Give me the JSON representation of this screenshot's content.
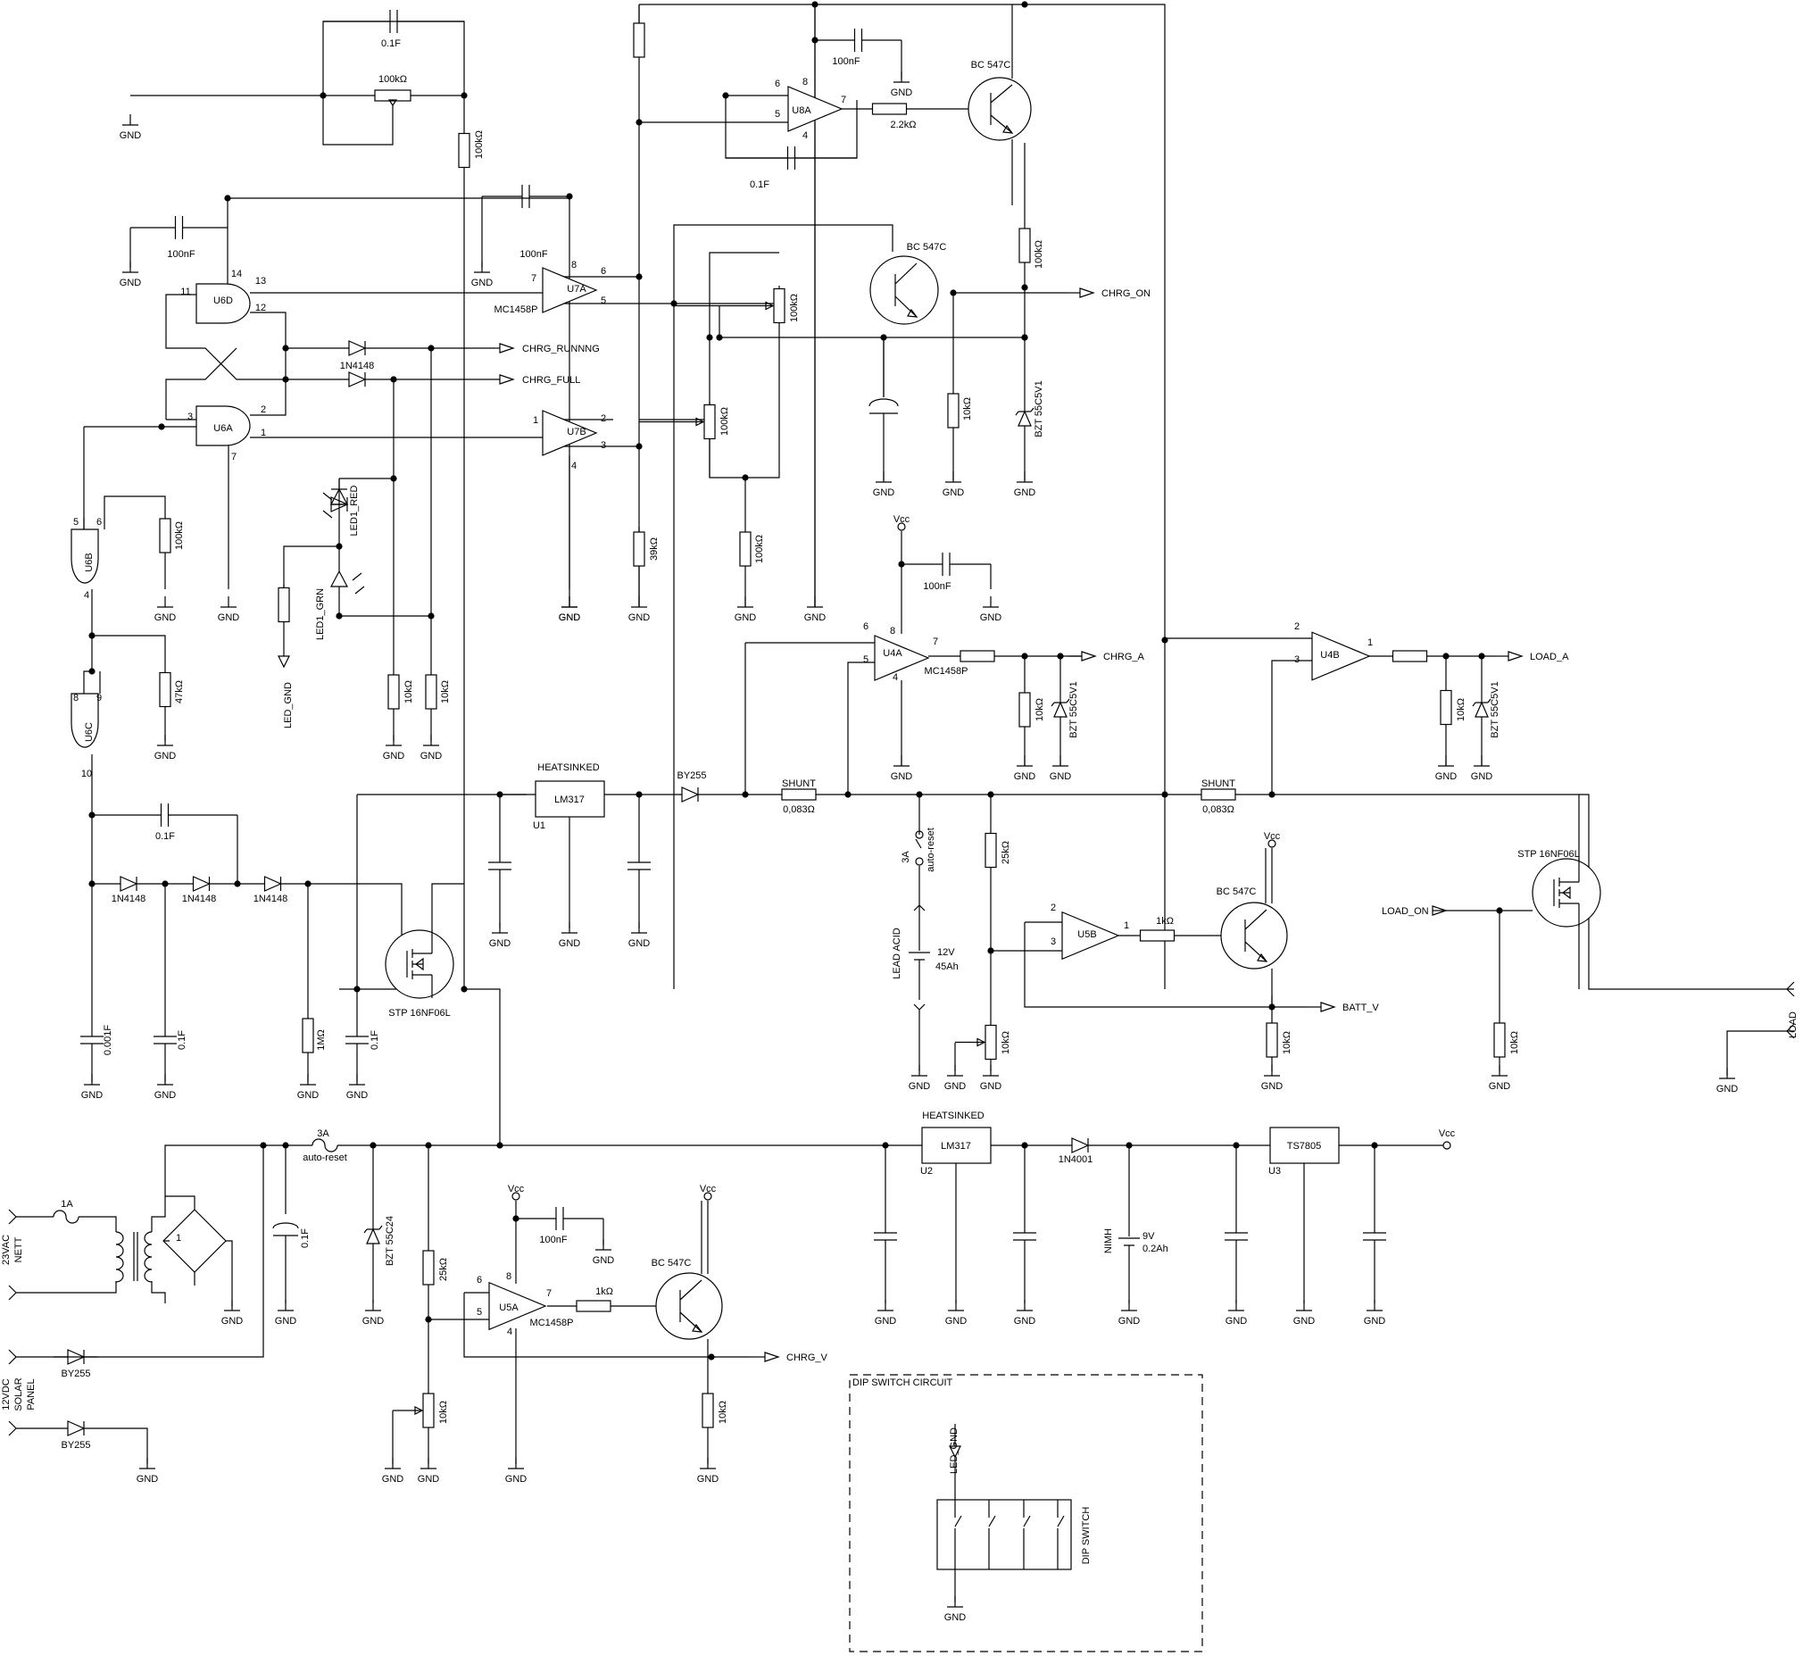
{
  "labels": {
    "gnd": "GND",
    "vcc": "Vcc",
    "cap_01f": "0.1F",
    "cap_100nf": "100nF",
    "cap_0001f": "0.001F",
    "r_100k": "100kΩ",
    "r_10k": "10kΩ",
    "r_39k": "39kΩ",
    "r_47k": "47kΩ",
    "r_1m": "1MΩ",
    "r_25k": "25kΩ",
    "r_1k": "1kΩ",
    "r_2k2": "2.2kΩ",
    "r_shunt": "0,083Ω",
    "shunt": "SHUNT",
    "bc547": "BC 547C",
    "stp": "STP 16NF06L",
    "mc1458": "MC1458P",
    "u8a": "U8A",
    "u7a": "U7A",
    "u7b": "U7B",
    "u6d": "U6D",
    "u6a": "U6A",
    "u6b": "U6B",
    "u6c": "U6C",
    "u4a": "U4A",
    "u4b": "U4B",
    "u5a": "U5A",
    "u5b": "U5B",
    "lm317": "LM317",
    "heatsinked": "HEATSINKED",
    "u1": "U1",
    "u2": "U2",
    "u3": "U3",
    "ts7805": "TS7805",
    "by255": "BY255",
    "d1n4148": "1N4148",
    "d1n4001": "1N4001",
    "bzt5v1": "BZT 55C5V1",
    "bzt24": "BZT 55C24",
    "led_red": "LED1_RED",
    "led_grn": "LED1_GRN",
    "led_gnd": "LED_GND",
    "chrg_on": "CHRG_ON",
    "chrg_running": "CHRG_RUNNNG",
    "chrg_full": "CHRG_FULL",
    "chrg_a": "CHRG_A",
    "load_a": "LOAD_A",
    "batt_v": "BATT_V",
    "chrg_v": "CHRG_V",
    "load_on": "LOAD_ON",
    "load": "LOAD",
    "fuse_3a": "3A",
    "auto_reset": "auto-reset",
    "fuse_1a": "1A",
    "lead_acid": "LEAD ACID",
    "bat_12v": "12V",
    "bat_45ah": "45Ah",
    "nimh": "NIMH",
    "bat_9v": "9V",
    "bat_02ah": "0.2Ah",
    "nett_1": "23VAC",
    "nett_2": "NETT",
    "solar_1": "12VDC",
    "solar_2": "SOLAR",
    "solar_3": "PANEL",
    "dip_circuit": "DIP SWITCH CIRCUIT",
    "dip_switch": "DIP SWITCH",
    "p1": "1",
    "p2": "2",
    "p3": "3",
    "p4": "4",
    "p5": "5",
    "p6": "6",
    "p7": "7",
    "p8": "8",
    "p9": "9",
    "p10": "10",
    "p11": "11",
    "p12": "12",
    "p13": "13",
    "p14": "14"
  }
}
